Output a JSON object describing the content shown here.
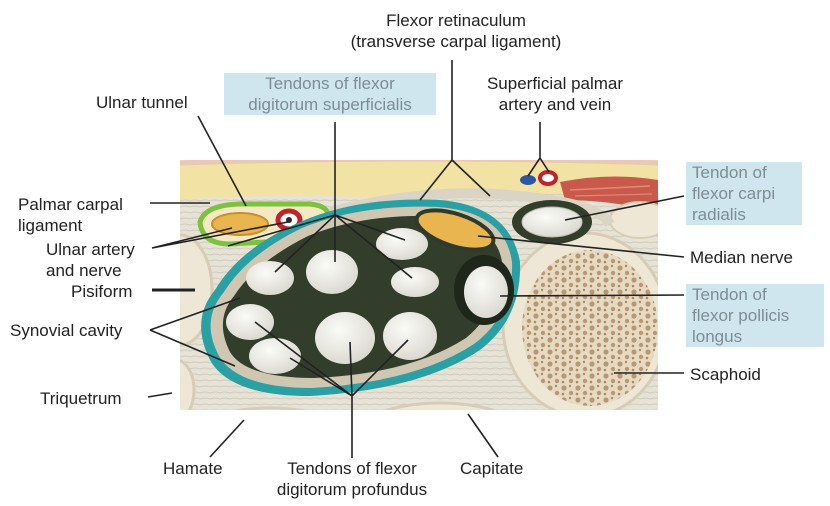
{
  "figure": {
    "labels": {
      "flexor_retinaculum": "Flexor retinaculum\n(transverse carpal ligament)",
      "fds_tendons": "Tendons of flexor\ndigitorum superficialis",
      "superficial_palmar": "Superficial palmar\nartery and vein",
      "ulnar_tunnel": "Ulnar tunnel",
      "palmar_carpal_ligament": "Palmar carpal\nligament",
      "ulnar_artery_nerve": "Ulnar artery\nand nerve",
      "pisiform": "Pisiform",
      "synovial_cavity": "Synovial cavity",
      "triquetrum": "Triquetrum",
      "hamate": "Hamate",
      "fdp_tendons": "Tendons of flexor\ndigitorum profundus",
      "capitate": "Capitate",
      "fcr_tendon": "Tendon of\nflexor carpi\nradialis",
      "median_nerve": "Median nerve",
      "fpl_tendon": "Tendon of\nflexor pollicis\nlongus",
      "scaphoid": "Scaphoid"
    },
    "highlighted_labels": [
      "fds_tendons",
      "fcr_tendon",
      "fpl_tendon"
    ],
    "colors": {
      "fat": "#f2e2a3",
      "muscle": "#c9594a",
      "bone_cortex": "#efe7d6",
      "bone_cancellous": "#c7aa86",
      "tendon_sheath": "#323d2c",
      "tendon": "#ebebe4",
      "synovial_rim": "#2aa0a4",
      "ulnar_tunnel_outline": "#7cc23c",
      "nerve": "#e8b54f",
      "artery": "#c0232a",
      "vein": "#2b58a6",
      "label_highlight": "#cfe6ee"
    }
  }
}
